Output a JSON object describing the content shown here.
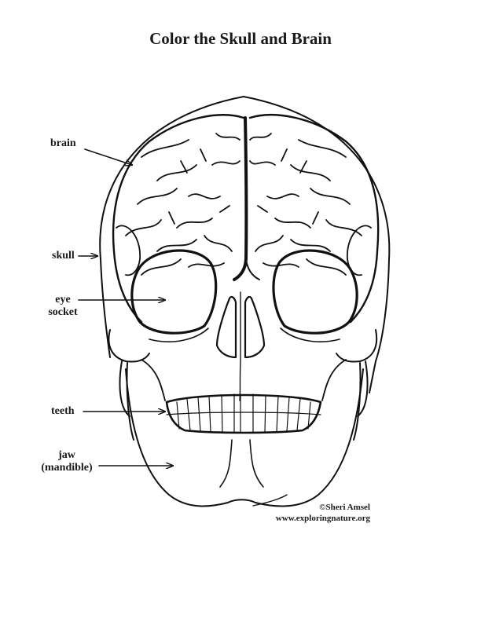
{
  "title": "Color the Skull and Brain",
  "labels": {
    "brain": "brain",
    "skull": "skull",
    "eye_socket_line1": "eye",
    "eye_socket_line2": "socket",
    "teeth": "teeth",
    "jaw_line1": "jaw",
    "jaw_line2": "(mandible)"
  },
  "credit": {
    "author": "©Sheri Amsel",
    "website": "www.exploringnature.org"
  },
  "colors": {
    "ink": "#111111",
    "background": "#ffffff"
  }
}
